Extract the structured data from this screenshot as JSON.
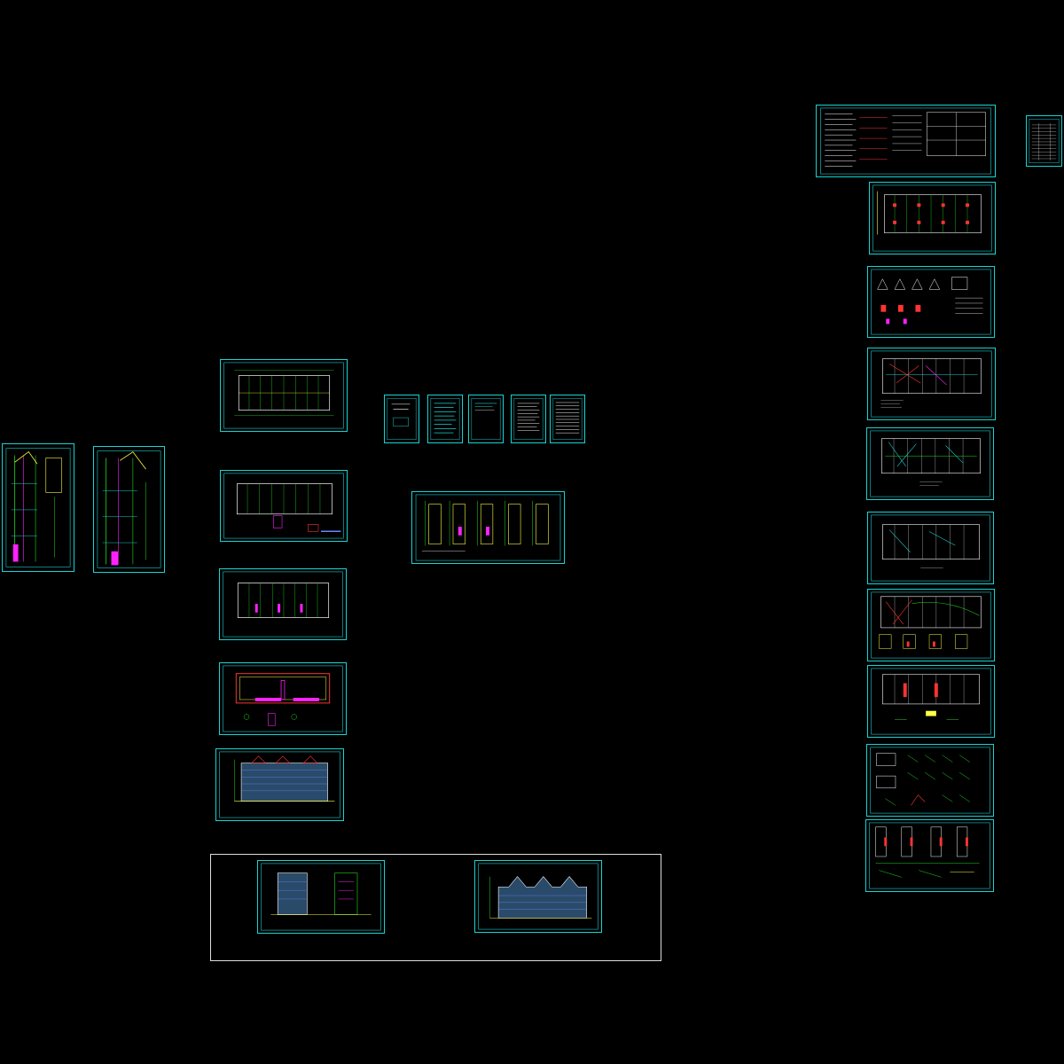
{
  "drawing": {
    "background": "#000000",
    "frame_color": "#19d3d3",
    "palette": {
      "cyan": "#19d3d3",
      "green": "#22dd22",
      "yellow": "#ffff44",
      "magenta": "#ff22ff",
      "red": "#ff3333",
      "white": "#ffffff",
      "blue": "#6688ff"
    }
  },
  "sheets": [
    {
      "id": "stair-section-1",
      "kind": "tall-section"
    },
    {
      "id": "stair-section-2",
      "kind": "tall-section"
    },
    {
      "id": "floor-plan-1",
      "kind": "plan"
    },
    {
      "id": "floor-plan-2",
      "kind": "plan"
    },
    {
      "id": "floor-plan-3",
      "kind": "plan"
    },
    {
      "id": "roof-plan",
      "kind": "roof"
    },
    {
      "id": "front-elevation",
      "kind": "elevation"
    },
    {
      "id": "notes-1",
      "kind": "notes"
    },
    {
      "id": "notes-2",
      "kind": "notes"
    },
    {
      "id": "notes-3",
      "kind": "notes"
    },
    {
      "id": "notes-4",
      "kind": "notes"
    },
    {
      "id": "notes-5",
      "kind": "notes"
    },
    {
      "id": "details-row",
      "kind": "details"
    },
    {
      "id": "side-elevations",
      "kind": "elevation-pair"
    },
    {
      "id": "rear-elevation",
      "kind": "gabled-elevation"
    },
    {
      "id": "structural-notes",
      "kind": "notes-wide"
    },
    {
      "id": "drawing-index",
      "kind": "table"
    },
    {
      "id": "foundation-plan",
      "kind": "plan"
    },
    {
      "id": "foundation-details",
      "kind": "details"
    },
    {
      "id": "struct-plan-1",
      "kind": "struct"
    },
    {
      "id": "struct-plan-2",
      "kind": "struct"
    },
    {
      "id": "struct-plan-3",
      "kind": "struct"
    },
    {
      "id": "struct-plan-4",
      "kind": "struct"
    },
    {
      "id": "struct-plan-5",
      "kind": "struct-sparse"
    },
    {
      "id": "rebar-details-1",
      "kind": "details"
    },
    {
      "id": "rebar-details-2",
      "kind": "details"
    }
  ]
}
